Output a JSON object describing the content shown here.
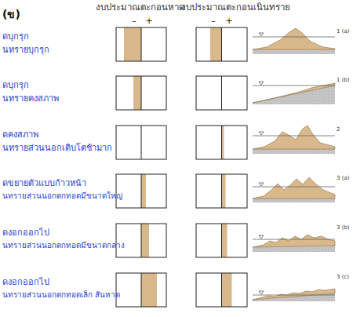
{
  "diagram": {
    "labels": [
      "(ข)",
      "งบประมาณตะกอนหาด",
      "งบประมาณตะกอนเนินทราย",
      "–",
      "+",
      "–",
      "+",
      "ดบุกรุก",
      "นทรายบุกรุก",
      "1 (a)",
      "ดบุกรุก",
      "นทรายคงสภาพ",
      "1 (b)",
      "ดคงสภาพ",
      "นทรายส่วนนอกเติบโตช้ามาก",
      "2",
      "ดขยายตัวแบบก้าวหน้า",
      "นทรายส่วนนอกตกทอดมีขนาดใหญ่",
      "3 (a)",
      "ดงอกออกไป",
      "นทรายส่วนนอกตกทอดมีขนาดกลาง",
      "3 (b)",
      "ดงอกออกไป",
      "นทรายส่วนนอกตกทอดเล็ก สันหาด",
      "3 (c)"
    ]
  }
}
